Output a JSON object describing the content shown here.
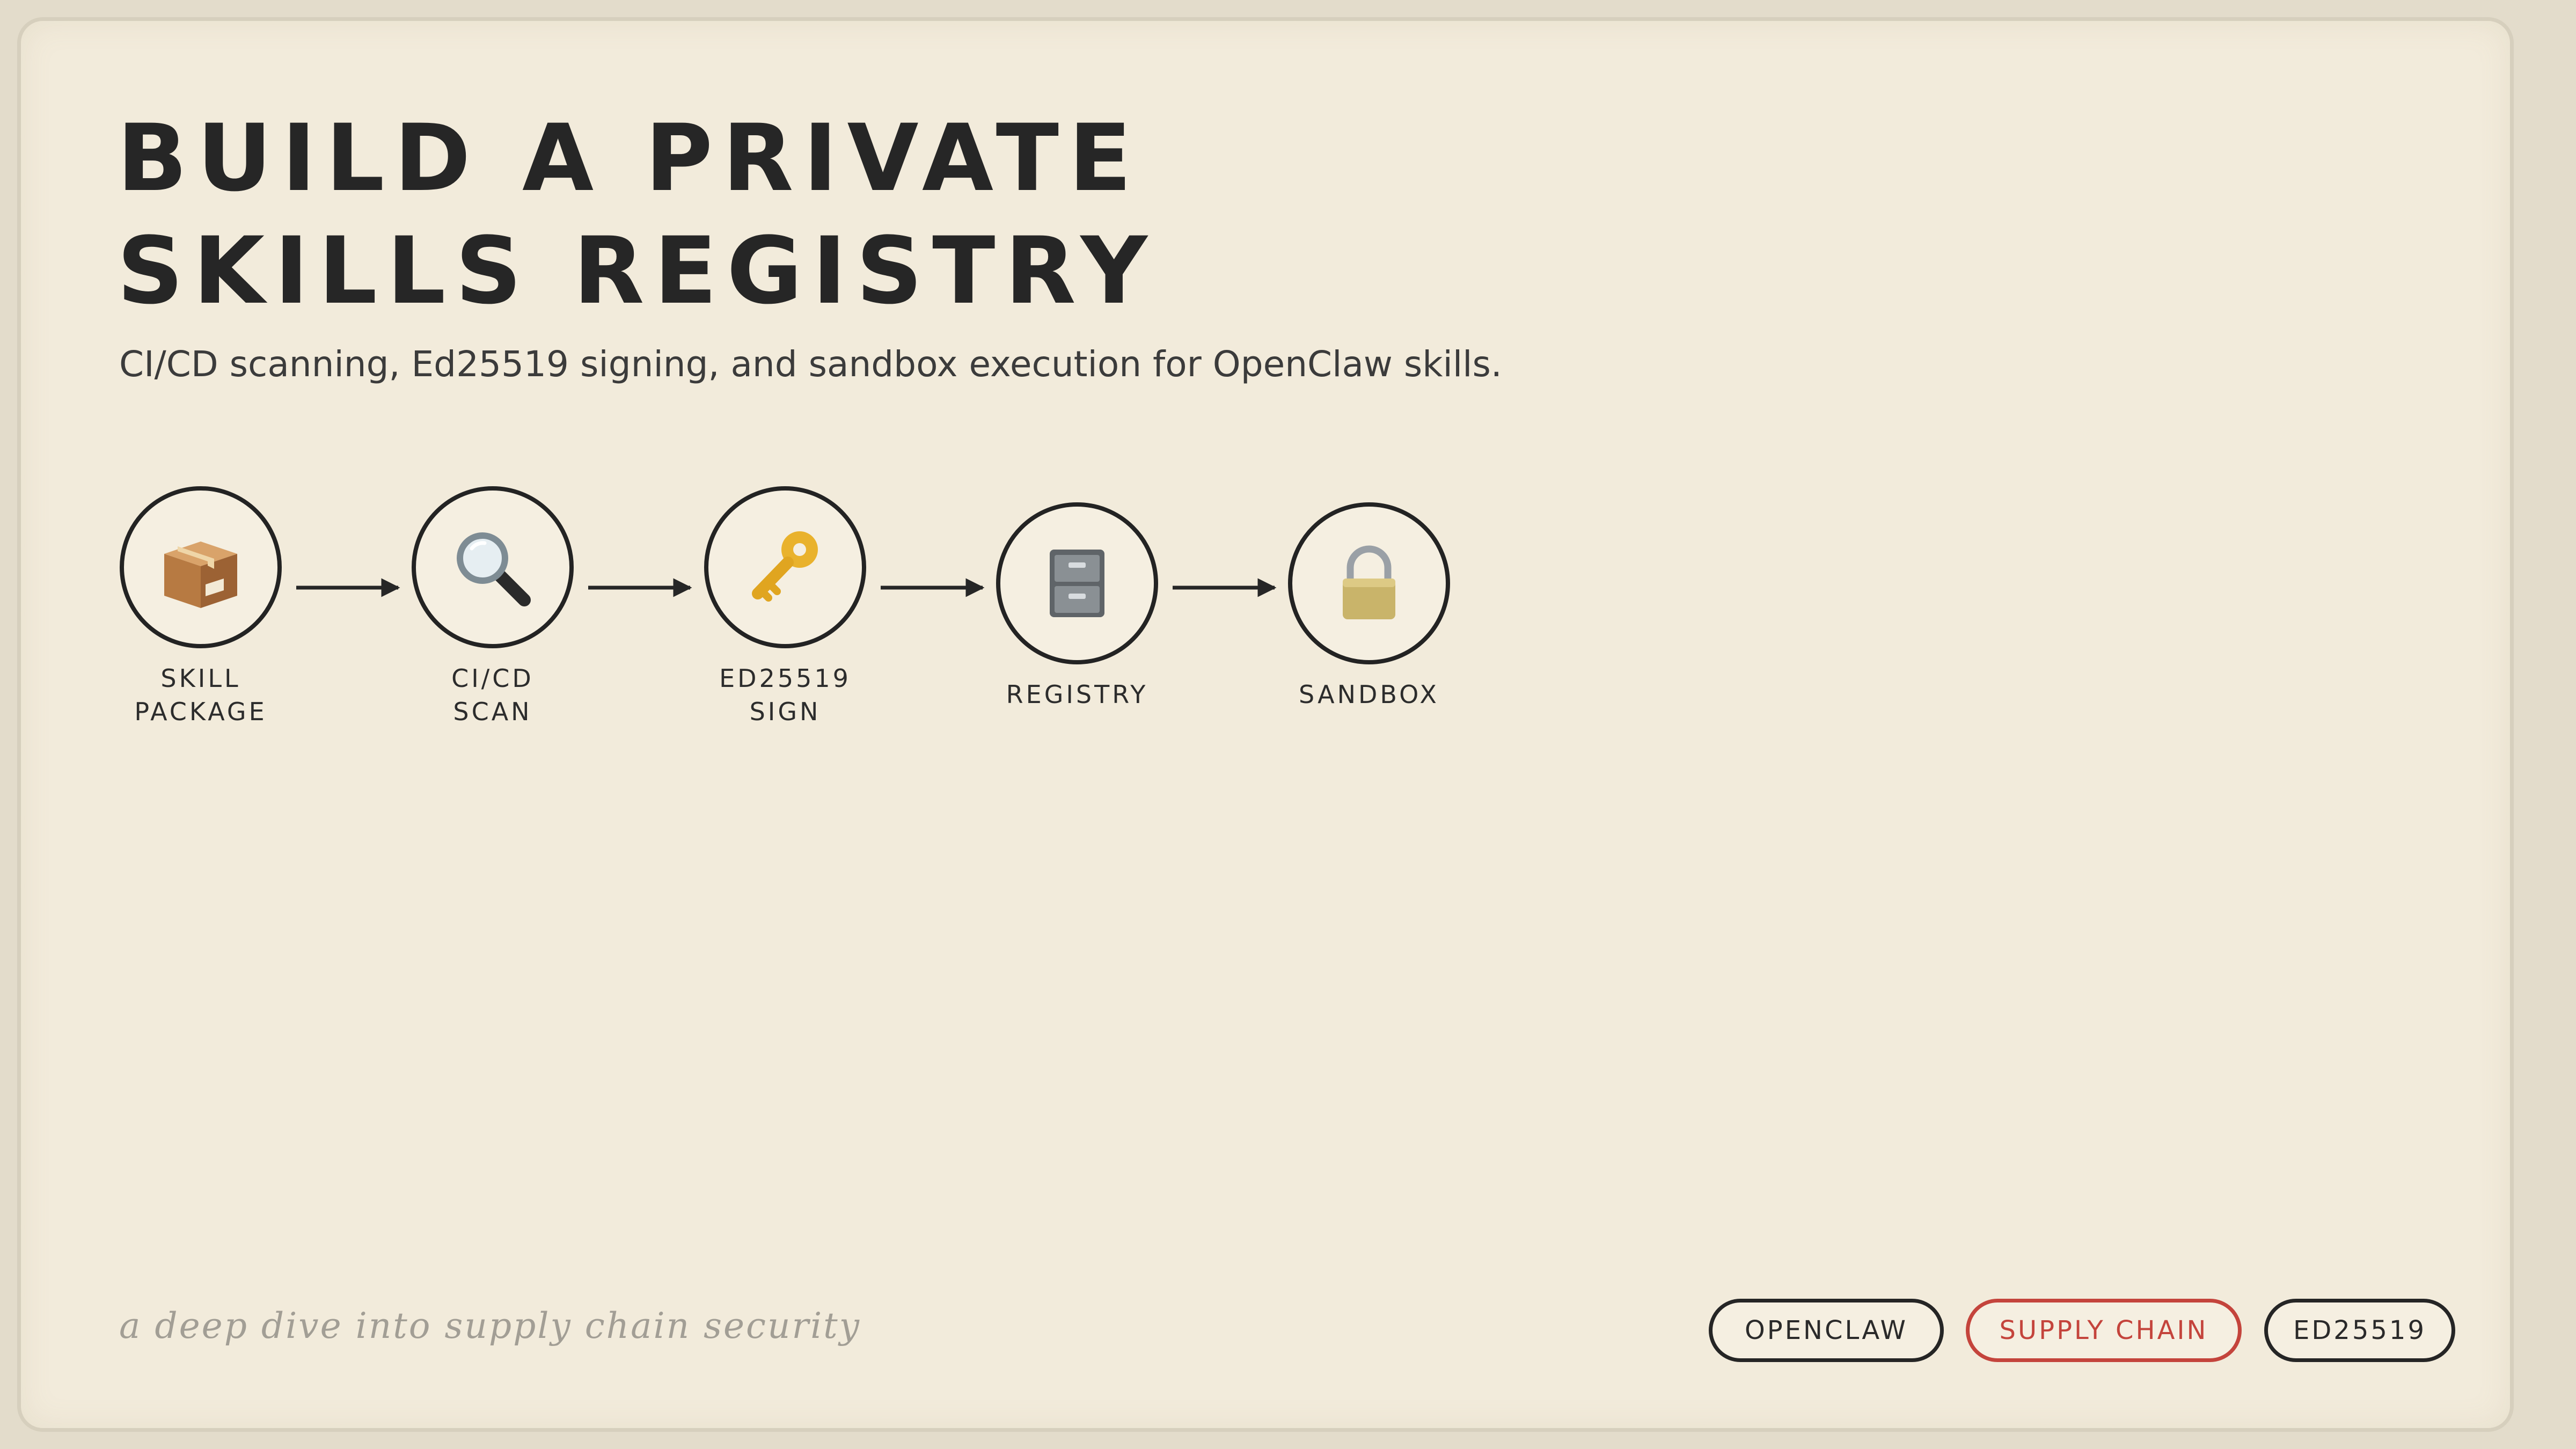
{
  "title": {
    "line1": "Build a private",
    "line2": "skills registry"
  },
  "subtitle": "CI/CD scanning, Ed25519 signing, and sandbox execution for OpenClaw skills.",
  "pipeline": {
    "steps": [
      {
        "icon": "package-icon",
        "label": "Skill\nPackage"
      },
      {
        "icon": "magnifying-glass-icon",
        "label": "CI/CD\nScan"
      },
      {
        "icon": "key-icon",
        "label": "Ed25519\nSign"
      },
      {
        "icon": "file-cabinet-icon",
        "label": "Registry"
      },
      {
        "icon": "padlock-icon",
        "label": "Sandbox"
      }
    ]
  },
  "tagline": "a deep dive into supply chain security",
  "tags": [
    {
      "label": "OpenClaw",
      "color": "#252525"
    },
    {
      "label": "Supply chain",
      "color": "#c4443c"
    },
    {
      "label": "Ed25519",
      "color": "#252525"
    }
  ]
}
